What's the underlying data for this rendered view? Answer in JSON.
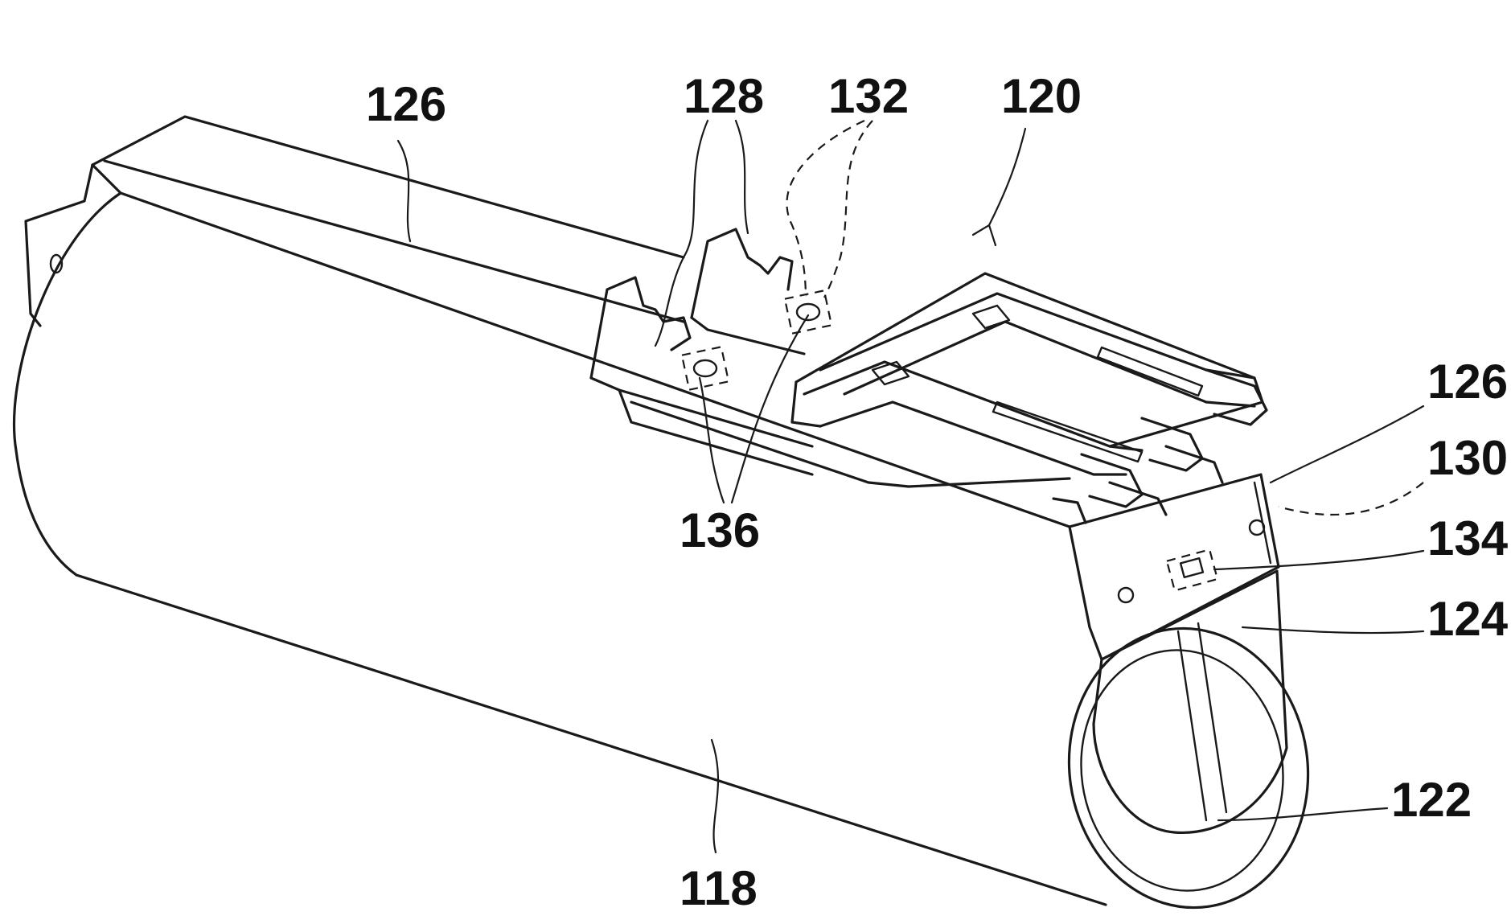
{
  "figure": {
    "labels": {
      "housing": "118",
      "connector_assembly": "120",
      "end_cap": "122",
      "end_face": "124",
      "flange_top": "126",
      "flange_side": "126",
      "contact_tabs": "128",
      "dashed_ref": "130",
      "recess_pair": "132",
      "recess_side": "134",
      "holes": "136"
    }
  }
}
